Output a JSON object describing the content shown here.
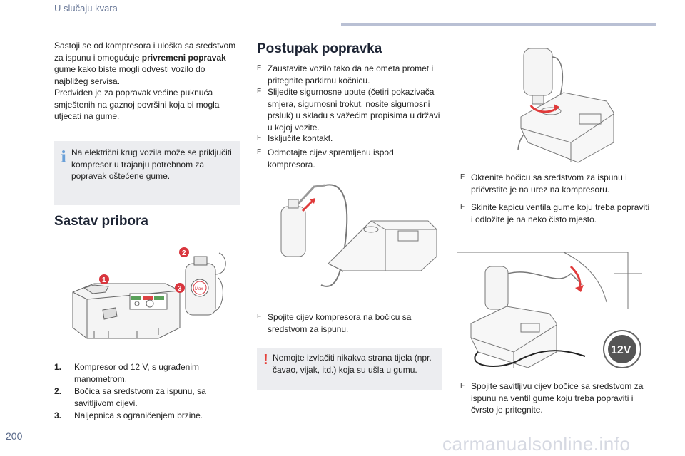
{
  "header": {
    "title": "U slučaju kvara"
  },
  "page_number": "200",
  "watermark": "carmanualsonline.info",
  "intro": {
    "text_before": "Sastoji se od kompresora i uloška sa sredstvom za ispunu i omogućuje ",
    "bold": "privremeni popravak",
    "text_after": " gume kako biste mogli odvesti vozilo do najbližeg servisa.",
    "line2": "Predviđen je za popravak većine puknuća smještenih na gaznoj površini koja bi mogla utjecati na gume."
  },
  "info_note": {
    "icon": "info-icon",
    "text": "Na električni krug vozila može se priključiti kompresor u trajanju potrebnom za popravak oštećene gume."
  },
  "kit": {
    "heading": "Sastav pribora",
    "callouts": [
      "1",
      "2",
      "3"
    ],
    "items": [
      {
        "num": "1.",
        "text": "Kompresor od 12 V, s ugrađenim manometrom."
      },
      {
        "num": "2.",
        "text": "Bočica sa sredstvom za ispunu, sa savitljivom cijevi."
      },
      {
        "num": "3.",
        "text": "Naljepnica s ograničenjem brzine."
      }
    ]
  },
  "procedure": {
    "heading": "Postupak popravka",
    "steps_a": [
      "Zaustavite vozilo tako da ne ometa promet i pritegnite parkirnu kočnicu.",
      "Slijedite sigurnosne upute (četiri pokazivača smjera, sigurnosni trokut, nosite sigurnosni prsluk) u skladu s važećim propisima u državi u kojoj vozite.",
      "Isključite kontakt."
    ],
    "step_unwind": "Odmotajte cijev spremljenu ispod kompresora.",
    "step_connect": "Spojite cijev kompresora na bočicu sa sredstvom za ispunu.",
    "warning": {
      "icon": "warning-icon",
      "text": "Nemojte izvlačiti nikakva strana tijela (npr. čavao, vijak, itd.) koja su ušla u gumu."
    },
    "step_turn": "Okrenite bočicu sa sredstvom za ispunu i pričvrstite je na urez na kompresoru.",
    "step_cap": "Skinite kapicu ventila gume koju treba popraviti i odložite je na neko čisto mjesto.",
    "step_final": "Spojite savitljivu cijev bočice sa sredstvom za ispunu na ventil gume koju treba popraviti i čvrsto je pritegnite.",
    "socket_label": "12V",
    "bullet_mark": "F",
    "bottle_text": "Max"
  },
  "colors": {
    "callout": "#d9363e",
    "arrow": "#e03a3a",
    "info": "#6aa0d8",
    "box_bg": "#ecedf0"
  }
}
